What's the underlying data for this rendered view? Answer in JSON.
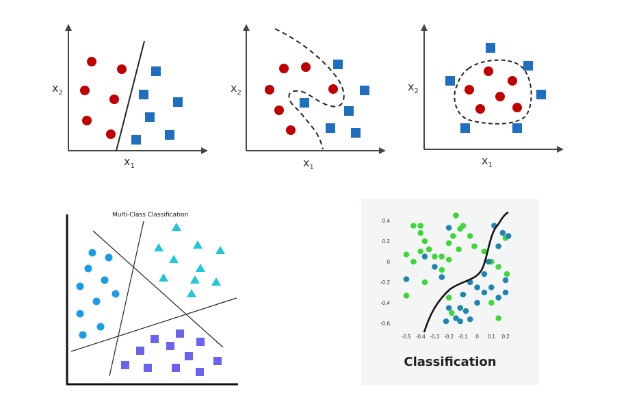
{
  "figures": {
    "linear": {
      "xlabel": "x",
      "xsub": "1",
      "ylabel": "x",
      "ysub": "2"
    },
    "nonlinear": {
      "xlabel": "x",
      "xsub": "1",
      "ylabel": "x",
      "ysub": "2"
    },
    "circular": {
      "xlabel": "x",
      "xsub": "1",
      "ylabel": "x",
      "ysub": "2"
    },
    "multiclass": {
      "title": "Multi-Class Classification"
    },
    "classification": {
      "title": "Classification"
    }
  },
  "colors": {
    "red": "#c00000",
    "blue": "#1f6fc0",
    "cyan": "#1ec8d8",
    "lightblue": "#1a9be6",
    "purple": "#6a63f0",
    "green": "#3fd63a",
    "teal": "#1f84b2"
  },
  "chart_data": {
    "type": "scatter",
    "xlim": [
      -0.55,
      0.25
    ],
    "ylim": [
      -0.67,
      0.45
    ],
    "xticks": [
      -0.5,
      -0.4,
      -0.3,
      -0.2,
      -0.1,
      0,
      0.1,
      0.2
    ],
    "yticks": [
      0.4,
      0.2,
      0,
      -0.2,
      -0.4,
      -0.6
    ],
    "series": [
      {
        "color": "green",
        "x": [
          -0.5,
          -0.45,
          -0.5,
          -0.45,
          -0.4,
          -0.37,
          -0.4,
          -0.34,
          -0.3,
          -0.25,
          -0.2,
          -0.17,
          -0.12,
          -0.2,
          -0.1,
          -0.15,
          -0.05,
          -0.13,
          -0.25,
          -0.37,
          -0.18,
          -0.02,
          0.05,
          0.1,
          0.15,
          0.2,
          0.21,
          0.1,
          -0.2,
          0.15,
          -0.4
        ],
        "y": [
          0.07,
          0.0,
          -0.33,
          0.35,
          0.28,
          0.2,
          0.1,
          0.12,
          0.05,
          0.05,
          0.02,
          0.25,
          0.32,
          0.18,
          0.35,
          0.45,
          0.25,
          0.12,
          -0.08,
          -0.2,
          -0.5,
          0.15,
          0.1,
          0.0,
          -0.05,
          0.23,
          -0.12,
          -0.4,
          -0.35,
          -0.55,
          0.35
        ]
      },
      {
        "color": "teal",
        "x": [
          -0.5,
          -0.37,
          -0.3,
          -0.2,
          -0.25,
          -0.2,
          -0.12,
          -0.05,
          0.0,
          0.05,
          0.1,
          0.15,
          0.2,
          0.22,
          0.18,
          0.12,
          0.08,
          0.05,
          -0.05,
          -0.1,
          -0.15,
          0.15,
          0.2,
          -0.22,
          -0.08,
          0.0,
          -0.12
        ],
        "y": [
          -0.17,
          0.05,
          -0.05,
          0.33,
          -0.15,
          -0.45,
          -0.45,
          -0.56,
          -0.4,
          -0.3,
          -0.25,
          -0.35,
          -0.18,
          0.25,
          0.28,
          0.35,
          0.0,
          -0.12,
          -0.2,
          -0.32,
          -0.55,
          0.15,
          -0.3,
          -0.58,
          -0.48,
          -0.25,
          -0.58
        ]
      }
    ],
    "ylabel": "",
    "xlabel": "",
    "title": "Classification"
  }
}
